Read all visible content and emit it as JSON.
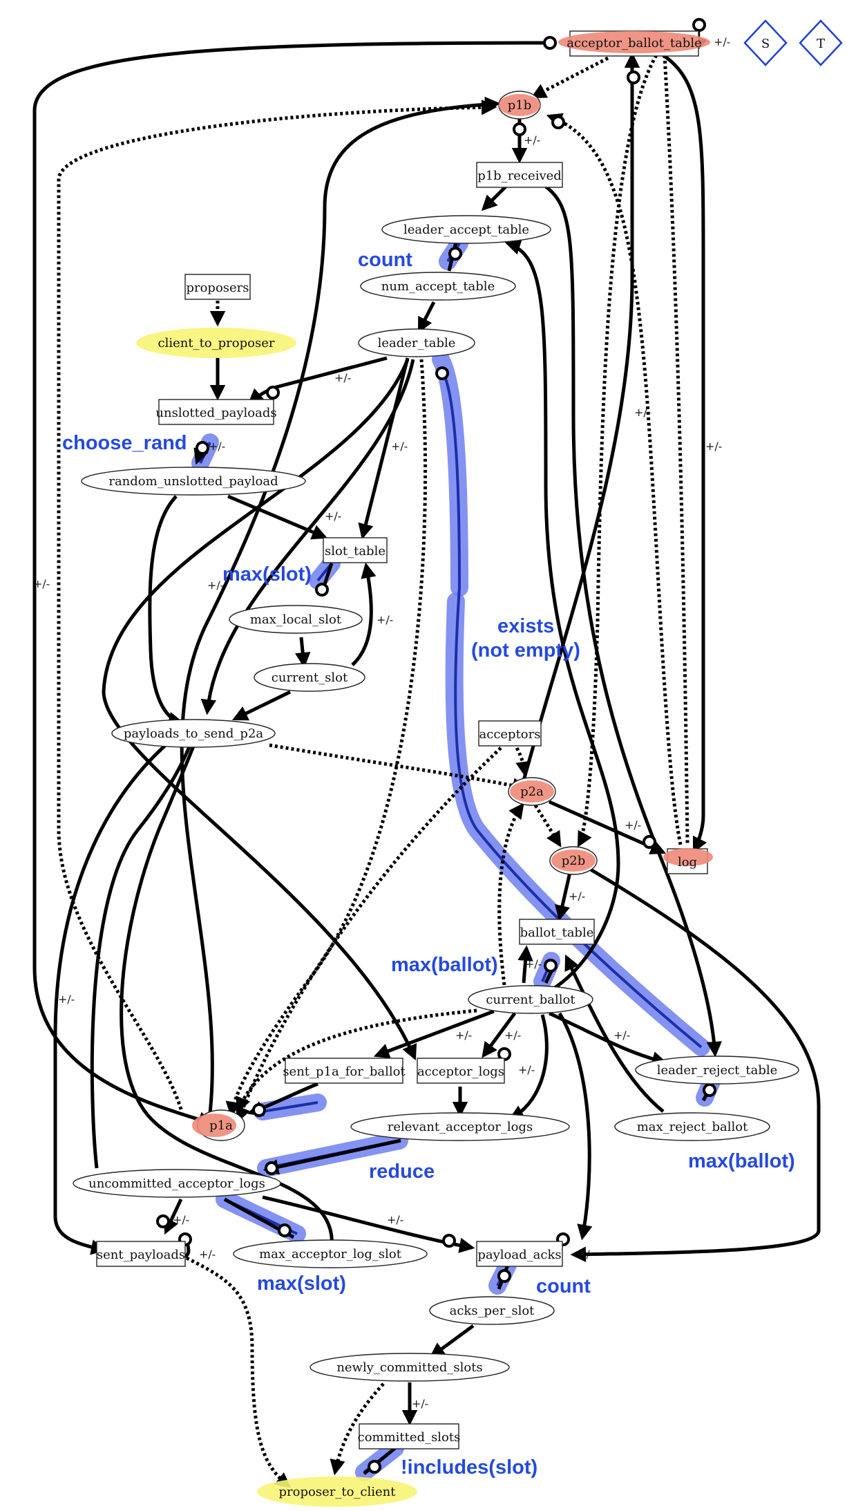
{
  "colors": {
    "network_fill": "#ee8a78",
    "source_sink_fill": "#f8f474",
    "source_sink_text": "#8a8060",
    "highlight": "#6e7ff0",
    "highlight_core": "#1c2fa8",
    "annotation_text": "#2549e0",
    "diamond_stroke": "#1f3fd6"
  },
  "nodes": {
    "acceptor_ballot_table": "acceptor_ballot_table",
    "s": "S",
    "t": "T",
    "p1b": "p1b",
    "p1b_received": "p1b_received",
    "leader_accept_table": "leader_accept_table",
    "num_accept_table": "num_accept_table",
    "proposers": "proposers",
    "client_to_proposer": "client_to_proposer",
    "leader_table": "leader_table",
    "unslotted_payloads": "unslotted_payloads",
    "random_unslotted_payload": "random_unslotted_payload",
    "slot_table": "slot_table",
    "max_local_slot": "max_local_slot",
    "current_slot": "current_slot",
    "payloads_to_send_p2a": "payloads_to_send_p2a",
    "acceptors": "acceptors",
    "p2a": "p2a",
    "p2b": "p2b",
    "log": "log",
    "ballot_table": "ballot_table",
    "current_ballot": "current_ballot",
    "sent_p1a_for_ballot": "sent_p1a_for_ballot",
    "acceptor_logs": "acceptor_logs",
    "leader_reject_table": "leader_reject_table",
    "p1a": "p1a",
    "relevant_acceptor_logs": "relevant_acceptor_logs",
    "max_reject_ballot": "max_reject_ballot",
    "uncommitted_acceptor_logs": "uncommitted_acceptor_logs",
    "sent_payloads": "sent_payloads",
    "max_acceptor_log_slot": "max_acceptor_log_slot",
    "payload_acks": "payload_acks",
    "acks_per_slot": "acks_per_slot",
    "newly_committed_slots": "newly_committed_slots",
    "committed_slots": "committed_slots",
    "proposer_to_client": "proposer_to_client"
  },
  "annotations": {
    "count_top": "count",
    "choose_rand": "choose_rand",
    "max_slot_top": "max(slot)",
    "exists_line1": "exists",
    "exists_line2": "(not empty)",
    "max_ballot_left": "max(ballot)",
    "max_ballot_right": "max(ballot)",
    "reduce": "reduce",
    "max_slot_bottom": "max(slot)",
    "count_bottom": "count",
    "includes_slot": "!includes(slot)"
  },
  "edge_label": "+/-"
}
